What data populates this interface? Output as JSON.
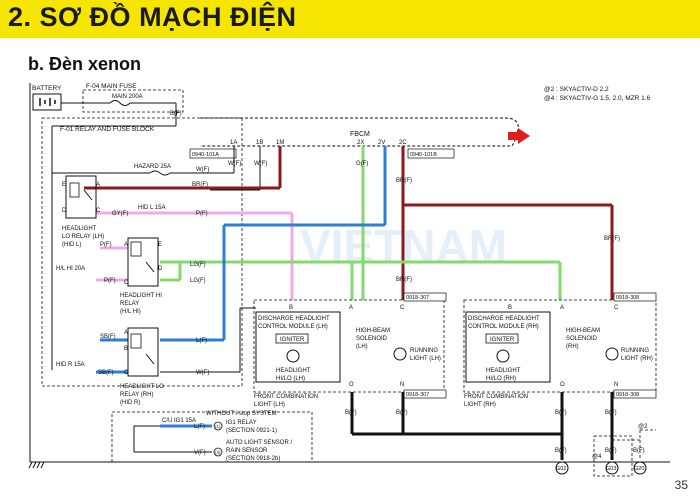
{
  "header": {
    "title": "2. SƠ ĐỒ MẠCH ĐIỆN",
    "subtitle": "b. Đèn xenon"
  },
  "page_number": "35",
  "watermark": {
    "text": "VIETNAM"
  },
  "notes": {
    "note1": "@2 : SKYACTIV-D 2.2",
    "note2": "@4 : SKYACTIV-G 1.5, 2.0, MZR 1.6"
  },
  "battery": {
    "label": "BATTERY"
  },
  "fuses": {
    "main_fuse": "F-04  MAIN FUSE",
    "main200a": "MAIN 200A",
    "relay_block": "F-01  RELAY AND FUSE BLOCK",
    "hazard": "HAZARD 25A",
    "hid_l": "HID L 15A",
    "hl_hi": "H/L HI 20A",
    "hid_r": "HID R 15A",
    "cu_ig1": "C/U IG1 15A"
  },
  "fbcm": {
    "label": "FBCM",
    "pins": {
      "p1a": "1A",
      "p1b": "1B",
      "p1m": "1M",
      "p2x": "2X",
      "p2v": "2V",
      "p2c": "2C"
    },
    "conn_a": "0940-101A",
    "conn_b": "0940-101B"
  },
  "wires": {
    "bf": "B(F)",
    "wf": "W(F)",
    "brf": "BR(F)",
    "gyf": "GY(F)",
    "pf": "P(F)",
    "lgf": "LG(F)",
    "lf": "L(F)",
    "sbf": "SB(F)",
    "vf": "V(F)",
    "gf": "G(F)"
  },
  "relays": {
    "hid_l_relay": [
      "HEADLIGHT",
      "LO RELAY (LH)",
      "(HID L)"
    ],
    "hl_hi_relay": [
      "HEADLIGHT HI",
      "RELAY",
      "(H/L HI)"
    ],
    "hid_r_relay": [
      "HEADLIGHT LO",
      "RELAY (RH)",
      "(HID R)"
    ]
  },
  "pins": {
    "a": "A",
    "b": "B",
    "c": "C",
    "d": "D",
    "e": "E",
    "o": "O",
    "n": "N"
  },
  "lamp_lh": {
    "discharge": [
      "DISCHARGE HEADLIGHT",
      "CONTROL MODULE (LH)"
    ],
    "igniter": "IGNITER",
    "headlight": [
      "HEADLIGHT",
      "HI/LO (LH)"
    ],
    "solenoid": [
      "HIGH-BEAM",
      "SOLENOID",
      "(LH)"
    ],
    "running": [
      "RUNNING",
      "LIGHT (LH)"
    ],
    "combo": [
      "FRONT COMBINATION",
      "LIGHT (LH)"
    ],
    "conn": "0918-307"
  },
  "lamp_rh": {
    "discharge": [
      "DISCHARGE HEADLIGHT",
      "CONTROL MODULE (RH)"
    ],
    "igniter": "IGNITER",
    "headlight": [
      "HEADLIGHT",
      "HI/LO (RH)"
    ],
    "solenoid": [
      "HIGH-BEAM",
      "SOLENOID",
      "(RH)"
    ],
    "running": [
      "RUNNING",
      "LIGHT (RH)"
    ],
    "combo": [
      "FRONT COMBINATION",
      "LIGHT (RH)"
    ],
    "conn": "0918-308"
  },
  "istop": {
    "title": "WITHOUT i-stop SYSTEM",
    "ig1": [
      "IG1 RELAY",
      "(SECTION 0921-1)"
    ],
    "sensor": [
      "AUTO LIGHT SENSOR /",
      "RAIN SENSOR",
      "(SECTION 0918-2b)"
    ],
    "m1": "(1)",
    "m2": "(4)"
  },
  "grounds": {
    "g02": "G02",
    "g03": "G03",
    "g20": "G20",
    "at4": "@4",
    "at2": "@2"
  },
  "colors": {
    "brown": "#8b1a1a",
    "pink": "#f5a8e6",
    "green": "#86d96b",
    "blue": "#2d7fd6",
    "black": "#111111",
    "gray": "#9a9a9a",
    "banner": "#f6e500",
    "arrow": "#e21b1b"
  }
}
